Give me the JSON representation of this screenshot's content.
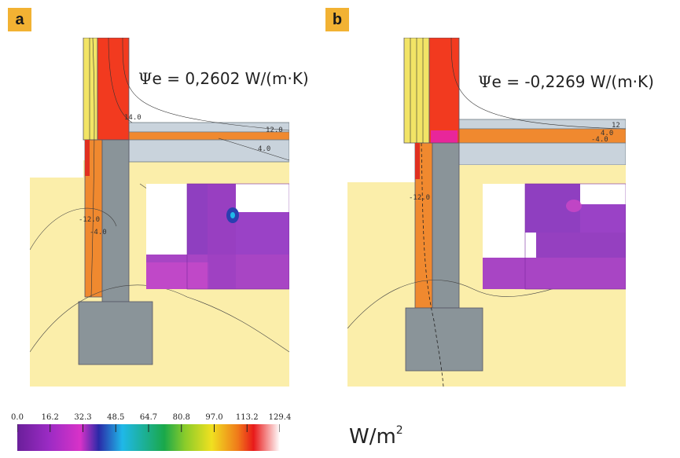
{
  "panels": [
    {
      "badge": "a",
      "psi_symbol": "Ψ",
      "psi_text": "e = 0,2602 W/(m·K)"
    },
    {
      "badge": "b",
      "psi_symbol": "Ψ",
      "psi_text": "e = -0,2269 W/(m·K)"
    }
  ],
  "contour_labels_a": [
    "14.0",
    "12.0",
    "4.0",
    "-12.0",
    "-4.0"
  ],
  "contour_labels_b": [
    "12",
    "4.0",
    "-4.0",
    "-12.0"
  ],
  "scale": {
    "ticks": [
      "0.0",
      "16.2",
      "32.3",
      "48.5",
      "64.7",
      "80.8",
      "97.0",
      "113.2",
      "129.4"
    ],
    "unit": "W/m",
    "unit_exp": "2",
    "colors": [
      "#6a1f9a",
      "#9b2bc4",
      "#d832c8",
      "#2a2aa8",
      "#1fb8e8",
      "#1aa84a",
      "#8ccc2a",
      "#f0e020",
      "#f07a1a",
      "#e81a1a",
      "#ffffff"
    ]
  },
  "colors": {
    "badge": "#f2b233",
    "soil": "#fbeeaa",
    "concrete": "#8a9499",
    "insulation_orange": "#f0892f",
    "wall_red": "#f23a1f",
    "cladding_yellow": "#f2e466",
    "floor_blue": "#c9d3dc"
  }
}
